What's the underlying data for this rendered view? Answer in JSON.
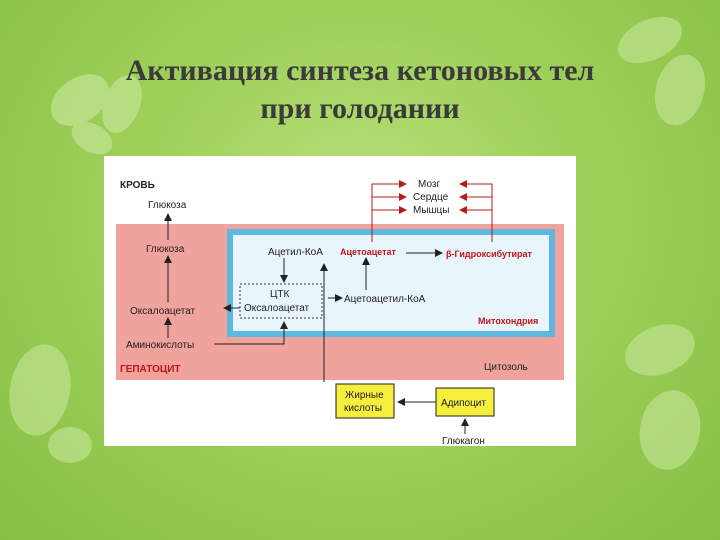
{
  "title": {
    "line1": "Активация синтеза кетоновых тел",
    "line2": "при голодании"
  },
  "diagram": {
    "blood": "КРОВЬ",
    "glucose_blood": "Глюкоза",
    "glucose_cell": "Глюкоза",
    "oxaloacetate": "Оксалоацетат",
    "amino_acids": "Аминокислоты",
    "hepatocyte": "ГЕПАТОЦИТ",
    "cytosol": "Цитозоль",
    "acetyl_coa": "Ацетил-КоА",
    "acetoacetate": "Ацетоацетат",
    "hydroxybutyrate": "β-Гидроксибутират",
    "tca": "ЦТК",
    "tca_oxaloacetate": "Оксалоацетат",
    "acetoacetyl_coa": "Ацетоацетил-КоА",
    "mitochondria": "Митохондрия",
    "brain": "Мозг",
    "heart": "Сердце",
    "muscles": "Мышцы",
    "fatty_acids_1": "Жирные",
    "fatty_acids_2": "кислоты",
    "adipocyte": "Адипоцит",
    "glucagon": "Глюкагон"
  },
  "colors": {
    "background": "#9fd05a",
    "hepatocyte_band": "#f0a39c",
    "mitochondria_border": "#5fb8e0",
    "mitochondria_fill": "#e8f5fb",
    "fat_box": "#f6ef3c",
    "arrow_red": "#b51c1c",
    "text_red": "#c0141c",
    "text_dark": "#222222"
  }
}
